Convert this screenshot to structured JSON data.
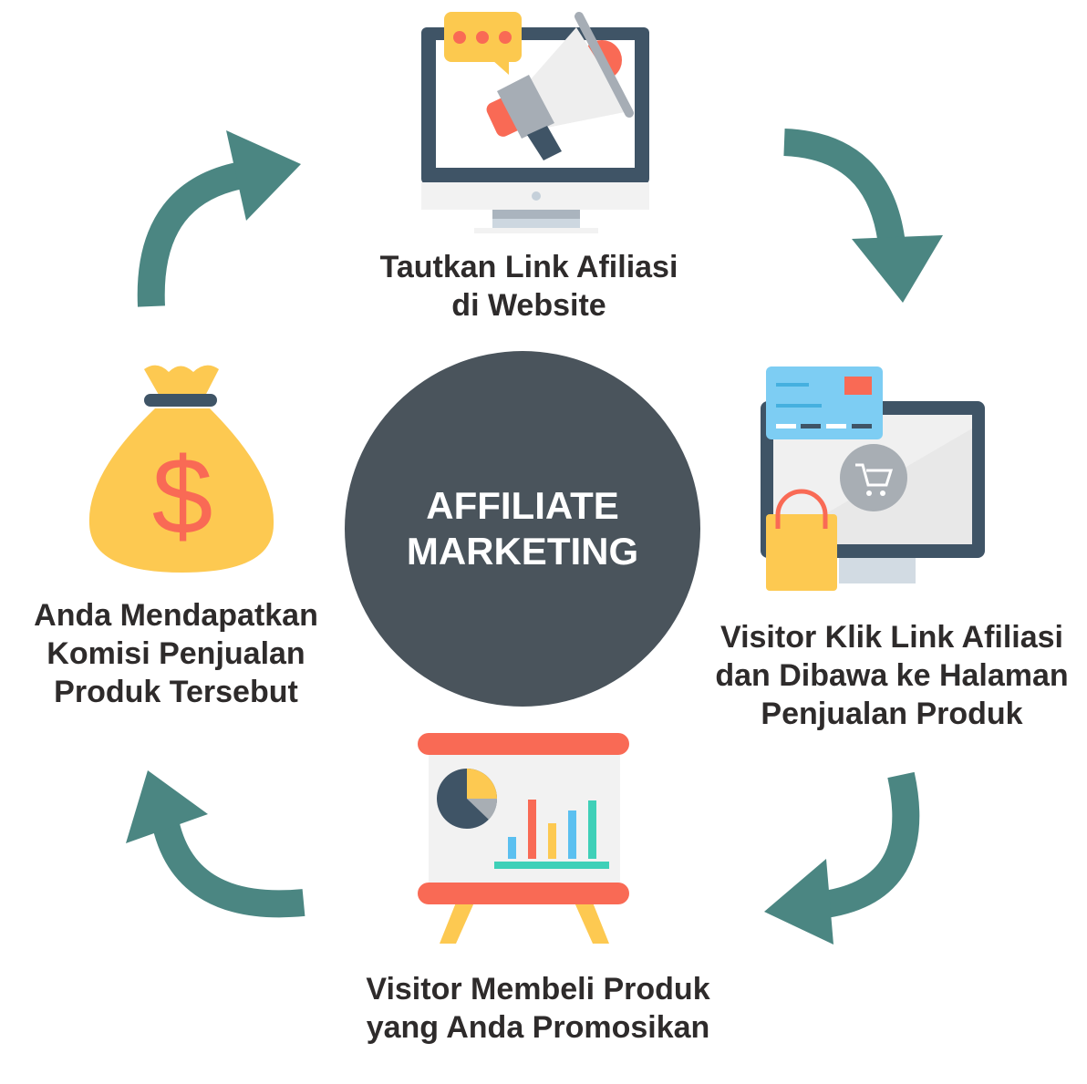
{
  "center": {
    "line1": "AFFILIATE",
    "line2": "MARKETING"
  },
  "steps": [
    {
      "icon": "monitor-megaphone-icon",
      "lines": [
        "Tautkan Link Afiliasi",
        "di Website"
      ]
    },
    {
      "icon": "shopping-monitor-icon",
      "lines": [
        "Visitor Klik Link Afiliasi",
        "dan Dibawa ke Halaman",
        "Penjualan Produk"
      ]
    },
    {
      "icon": "presentation-chart-icon",
      "lines": [
        "Visitor Membeli Produk",
        "yang Anda Promosikan"
      ]
    },
    {
      "icon": "money-bag-icon",
      "lines": [
        "Anda Mendapatkan",
        "Komisi Penjualan",
        "Produk Tersebut"
      ]
    }
  ],
  "colors": {
    "arrow": "#4b8682",
    "circle": "#4a545c",
    "text": "#2e2b2b"
  }
}
